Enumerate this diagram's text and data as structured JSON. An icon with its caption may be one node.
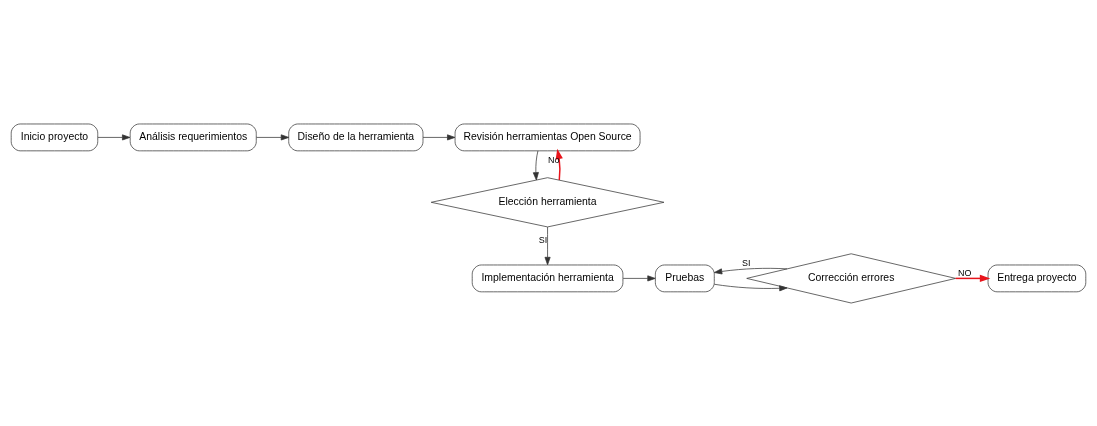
{
  "diagram": {
    "nodes": [
      {
        "text": [
          "Inicio proyecto"
        ]
      },
      {
        "text": [
          "Análisis requerimientos"
        ]
      },
      {
        "text": [
          "Diseño de la herramienta"
        ]
      },
      {
        "text": [
          "Revisión herramientas Open Source"
        ]
      },
      {
        "text": [
          "Elección herramienta"
        ]
      },
      {
        "text": [
          "Implementación herramienta"
        ]
      },
      {
        "text": [
          "Pruebas"
        ]
      },
      {
        "text": [
          "Corrección errores"
        ]
      },
      {
        "text": [
          "Entrega proyecto"
        ]
      }
    ],
    "edges": [
      {
        "from": 0,
        "to": 1,
        "arrow": "to"
      },
      {
        "from": 1,
        "to": 2,
        "arrow": "to"
      },
      {
        "from": 2,
        "to": 3,
        "arrow": "to"
      },
      {
        "from": 3,
        "to": 4,
        "arrow": "to"
      },
      {
        "from": 4,
        "to": 3,
        "arrow": "to",
        "label": "No",
        "color": "#e8141b"
      },
      {
        "from": 4,
        "to": 5,
        "arrow": "to",
        "label": "SI"
      },
      {
        "from": 5,
        "to": 6,
        "arrow": "to"
      },
      {
        "from": 6,
        "to": 7,
        "arrow": "to"
      },
      {
        "from": 7,
        "to": 6,
        "arrow": "to",
        "label": "SI"
      },
      {
        "from": 7,
        "to": 8,
        "arrow": "to",
        "label": "NO",
        "color": "#e8141b"
      }
    ]
  }
}
